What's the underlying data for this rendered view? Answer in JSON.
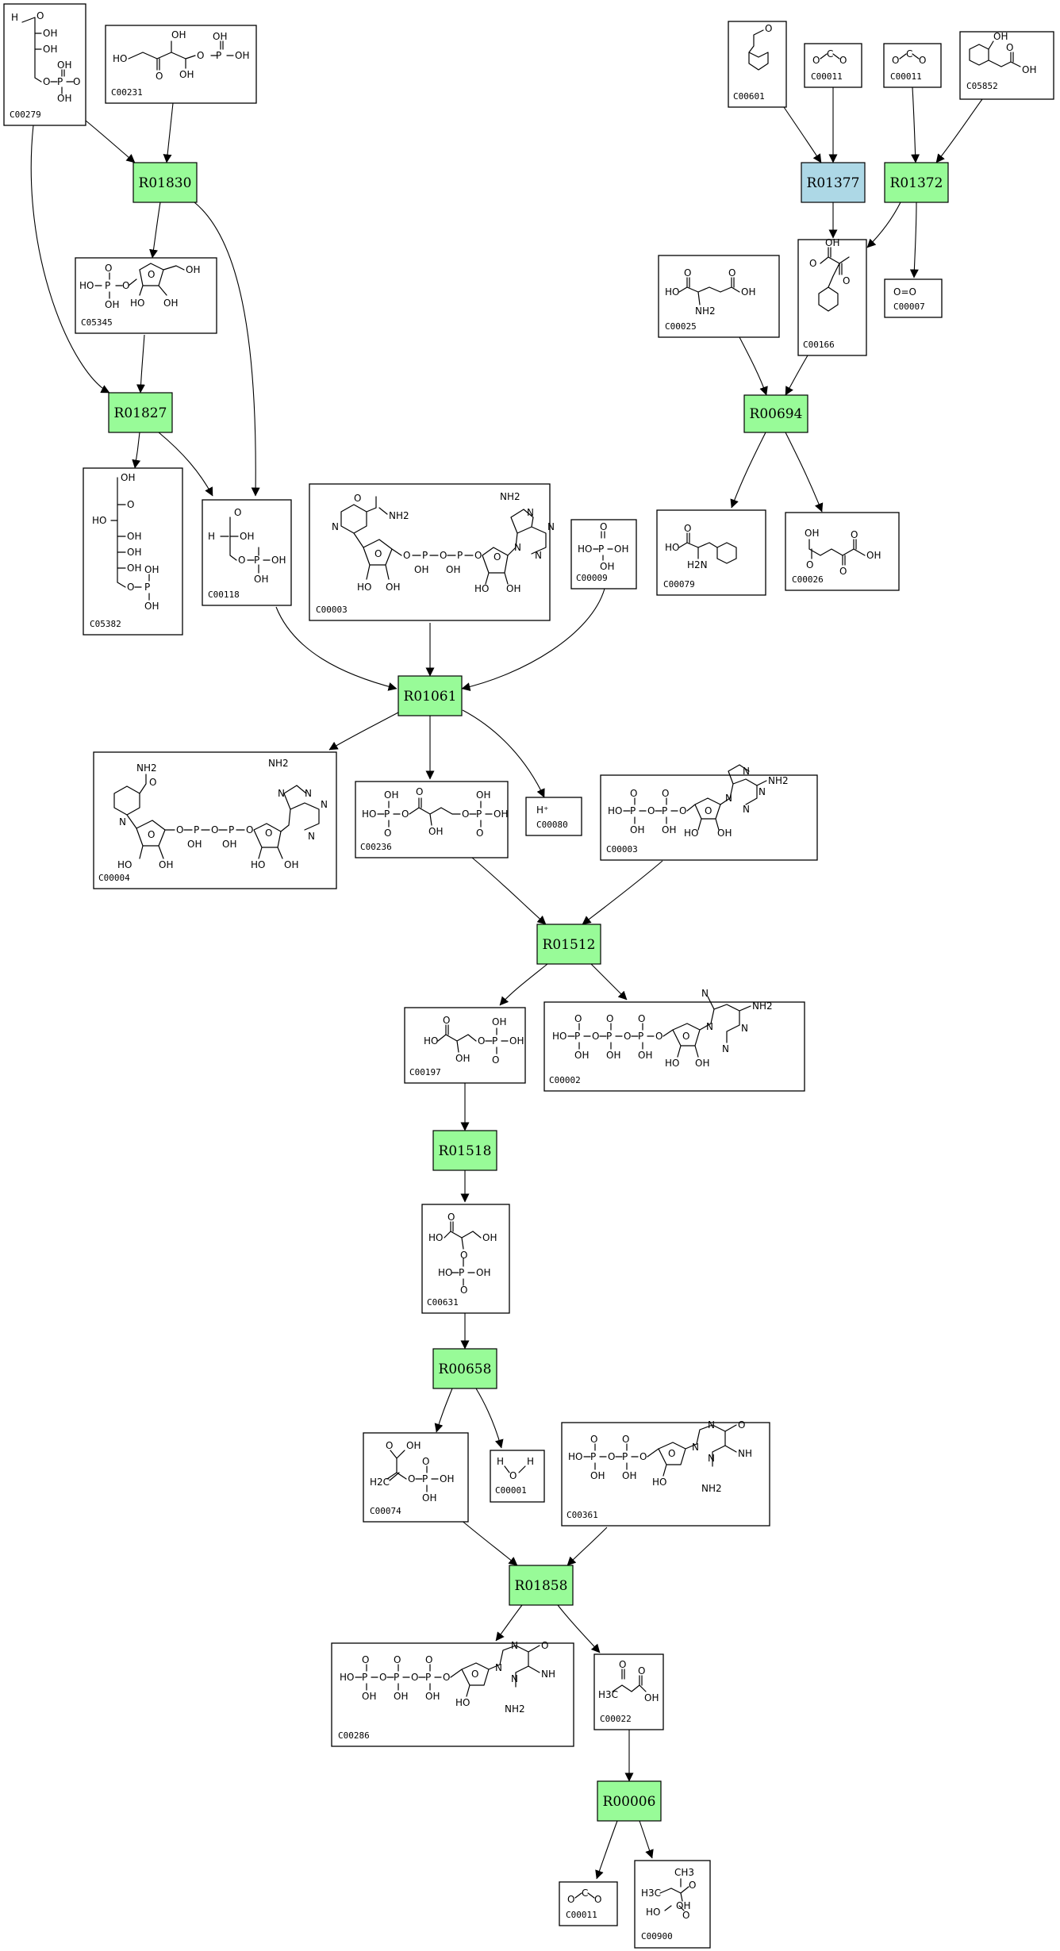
{
  "colors": {
    "reaction": "#98fb98",
    "reaction_highlight": "#add8e6",
    "compound_border": "#000000",
    "edge": "#000000"
  },
  "reactions": [
    {
      "id": "R01830",
      "label": "R01830"
    },
    {
      "id": "R01827",
      "label": "R01827"
    },
    {
      "id": "R01377",
      "label": "R01377",
      "highlight": true
    },
    {
      "id": "R01372",
      "label": "R01372"
    },
    {
      "id": "R00694",
      "label": "R00694"
    },
    {
      "id": "R01061",
      "label": "R01061"
    },
    {
      "id": "R01512",
      "label": "R01512"
    },
    {
      "id": "R01518",
      "label": "R01518"
    },
    {
      "id": "R00658",
      "label": "R00658"
    },
    {
      "id": "R01858",
      "label": "R01858"
    },
    {
      "id": "R00006",
      "label": "R00006"
    }
  ],
  "compounds": [
    {
      "key": "c00279",
      "label": "C00279",
      "atoms": [
        "H",
        "O",
        "OH",
        "OH",
        "O",
        "P",
        "O",
        "OH",
        "OH"
      ]
    },
    {
      "key": "c00231",
      "label": "C00231",
      "atoms": [
        "HO",
        "OH",
        "O",
        "P",
        "OH",
        "OH",
        "O",
        "OH"
      ]
    },
    {
      "key": "c05345",
      "label": "C05345",
      "atoms": [
        "HO",
        "P",
        "O",
        "OH",
        "O",
        "O",
        "OH",
        "HO",
        "OH"
      ]
    },
    {
      "key": "c05382",
      "label": "C05382",
      "atoms": [
        "OH",
        "O",
        "HO",
        "OH",
        "OH",
        "OH",
        "O",
        "P",
        "OH",
        "OH"
      ]
    },
    {
      "key": "c00118",
      "label": "C00118",
      "atoms": [
        "O",
        "H",
        "OH",
        "O",
        "P",
        "OH",
        "OH"
      ]
    },
    {
      "key": "c00003_a",
      "label": "C00003",
      "atoms": [
        "O",
        "NH2",
        "N",
        "O",
        "O",
        "P",
        "O",
        "P",
        "O",
        "OH",
        "OH",
        "HO",
        "OH",
        "NH2",
        "N",
        "N",
        "N",
        "N",
        "O",
        "HO",
        "OH"
      ]
    },
    {
      "key": "c00009",
      "label": "C00009",
      "atoms": [
        "O",
        "HO",
        "P",
        "OH",
        "OH"
      ]
    },
    {
      "key": "c00004",
      "label": "C00004",
      "atoms": [
        "NH2",
        "O",
        "N",
        "O",
        "O",
        "P",
        "O",
        "P",
        "O",
        "OH",
        "OH",
        "HO",
        "OH",
        "NH2",
        "N",
        "N",
        "N",
        "N",
        "O",
        "HO",
        "OH"
      ]
    },
    {
      "key": "c00236",
      "label": "C00236",
      "atoms": [
        "HO",
        "P",
        "OH",
        "O",
        "O",
        "O",
        "OH",
        "O",
        "P",
        "OH",
        "O",
        "OH"
      ]
    },
    {
      "key": "c00080",
      "label": "C00080",
      "atoms": [
        "H⁺"
      ]
    },
    {
      "key": "c00003_b",
      "label": "C00003",
      "atoms": [
        "HO",
        "P",
        "OH",
        "O",
        "O",
        "P",
        "O",
        "OH",
        "O",
        "O",
        "HO",
        "OH",
        "N",
        "N",
        "N",
        "N",
        "NH2"
      ]
    },
    {
      "key": "c00197",
      "label": "C00197",
      "atoms": [
        "HO",
        "O",
        "OH",
        "O",
        "P",
        "OH",
        "OH",
        "O"
      ]
    },
    {
      "key": "c00002",
      "label": "C00002",
      "atoms": [
        "HO",
        "P",
        "OH",
        "O",
        "O",
        "P",
        "OH",
        "O",
        "O",
        "P",
        "OH",
        "O",
        "O",
        "O",
        "HO",
        "OH",
        "N",
        "N",
        "N",
        "N",
        "NH2"
      ]
    },
    {
      "key": "c00631",
      "label": "C00631",
      "atoms": [
        "HO",
        "O",
        "OH",
        "O",
        "HO",
        "P",
        "OH",
        "O"
      ]
    },
    {
      "key": "c00074",
      "label": "C00074",
      "atoms": [
        "O",
        "OH",
        "H2C",
        "O",
        "P",
        "OH",
        "OH",
        "O"
      ]
    },
    {
      "key": "c00001",
      "label": "C00001",
      "atoms": [
        "H",
        "O",
        "H"
      ]
    },
    {
      "key": "c00361",
      "label": "C00361",
      "atoms": [
        "HO",
        "P",
        "OH",
        "O",
        "O",
        "P",
        "O",
        "OH",
        "O",
        "O",
        "HO",
        "N",
        "N",
        "N",
        "NH",
        "O",
        "NH2"
      ]
    },
    {
      "key": "c00286",
      "label": "C00286",
      "atoms": [
        "HO",
        "P",
        "OH",
        "O",
        "O",
        "P",
        "OH",
        "O",
        "O",
        "P",
        "OH",
        "O",
        "O",
        "O",
        "HO",
        "N",
        "N",
        "N",
        "NH",
        "O",
        "NH2"
      ]
    },
    {
      "key": "c00022",
      "label": "C00022",
      "atoms": [
        "O",
        "H3C",
        "O",
        "OH"
      ]
    },
    {
      "key": "c00601",
      "label": "C00601",
      "atoms": [
        "O"
      ]
    },
    {
      "key": "c00011_a",
      "label": "C00011",
      "atoms": [
        "O",
        "C",
        "O"
      ]
    },
    {
      "key": "c00011_b",
      "label": "C00011",
      "atoms": [
        "O",
        "C",
        "O"
      ]
    },
    {
      "key": "c05852",
      "label": "C05852",
      "atoms": [
        "OH",
        "O",
        "OH"
      ]
    },
    {
      "key": "c00166",
      "label": "C00166",
      "atoms": [
        "O",
        "OH",
        "O"
      ]
    },
    {
      "key": "c00007",
      "label": "C00007",
      "atoms": [
        "O=O"
      ]
    },
    {
      "key": "c00025",
      "label": "C00025",
      "atoms": [
        "HO",
        "O",
        "O",
        "OH",
        "NH2"
      ]
    },
    {
      "key": "c00079",
      "label": "C00079",
      "atoms": [
        "HO",
        "O",
        "H2N"
      ]
    },
    {
      "key": "c00026",
      "label": "C00026",
      "atoms": [
        "OH",
        "O",
        "O",
        "O",
        "OH"
      ]
    },
    {
      "key": "c00011_c",
      "label": "C00011",
      "atoms": [
        "O",
        "C",
        "O"
      ]
    },
    {
      "key": "c00900",
      "label": "C00900",
      "atoms": [
        "CH3",
        "H3C",
        "O",
        "OH",
        "HO",
        "O"
      ]
    }
  ]
}
